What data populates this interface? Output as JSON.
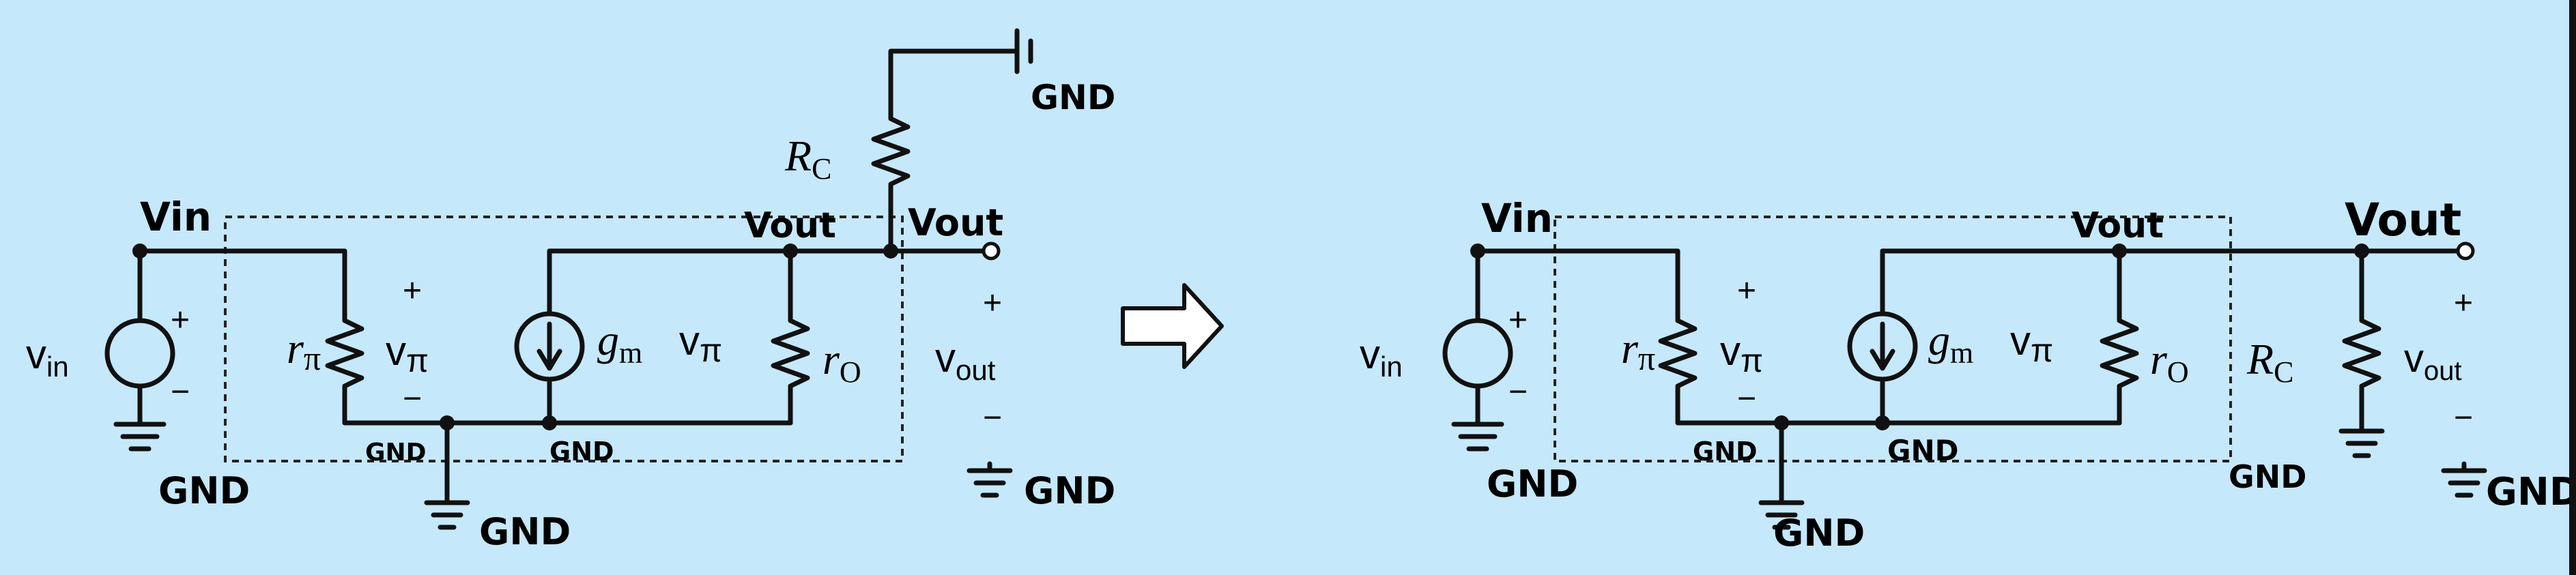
{
  "left": {
    "vin_node": "Vin",
    "vout_node_a": "Vout",
    "vout_node_b": "Vout",
    "gnd_top": "GND",
    "gnd_left": "GND",
    "gnd_mid_left": "GND",
    "gnd_mid_right": "GND",
    "gnd_bottom": "GND",
    "gnd_right": "GND",
    "rc": {
      "main": "R",
      "sub": "C"
    },
    "vin_src": {
      "main": "v",
      "sub": "in"
    },
    "rpi": {
      "main": "r",
      "sub": "π"
    },
    "vpi": {
      "main": "v",
      "sub": "π"
    },
    "gm": {
      "main": "g",
      "sub": "m"
    },
    "gm_vpi": {
      "main": "v",
      "sub": "π"
    },
    "ro": {
      "main": "r",
      "sub": "O"
    },
    "vout": {
      "main": "v",
      "sub": "out"
    },
    "plus_a": "+",
    "minus_a": "−",
    "plus_b": "+",
    "minus_b": "−",
    "plus_c": "+",
    "minus_c": "−"
  },
  "right": {
    "vin_node": "Vin",
    "vout_node_a": "Vout",
    "vout_node_b": "Vout",
    "gnd_left": "GND",
    "gnd_mid_left": "GND",
    "gnd_mid_right": "GND",
    "gnd_bottom": "GND",
    "gnd_rc": "GND",
    "gnd_right": "GND",
    "rc": {
      "main": "R",
      "sub": "C"
    },
    "vin_src": {
      "main": "v",
      "sub": "in"
    },
    "rpi": {
      "main": "r",
      "sub": "π"
    },
    "vpi": {
      "main": "v",
      "sub": "π"
    },
    "gm": {
      "main": "g",
      "sub": "m"
    },
    "gm_vpi": {
      "main": "v",
      "sub": "π"
    },
    "ro": {
      "main": "r",
      "sub": "O"
    },
    "vout": {
      "main": "v",
      "sub": "out"
    },
    "plus_a": "+",
    "minus_a": "−",
    "plus_b": "+",
    "minus_b": "−",
    "plus_c": "+",
    "minus_c": "−"
  },
  "colors": {
    "background": "#c6e8fb",
    "ink": "#111111"
  }
}
